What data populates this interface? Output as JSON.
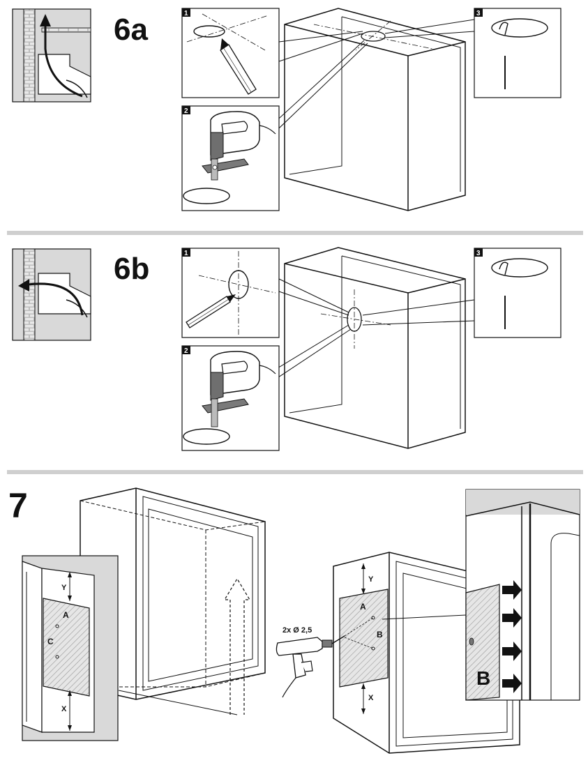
{
  "steps": {
    "step_6a": {
      "label": "6a",
      "badges": [
        "1",
        "2",
        "3"
      ]
    },
    "step_6b": {
      "label": "6b",
      "badges": [
        "1",
        "2",
        "3"
      ]
    },
    "step_7": {
      "label": "7",
      "left_inset": {
        "dim_top": "Y",
        "dim_bottom": "X",
        "point_a": "A",
        "point_c": "C"
      },
      "drill_spec": "2x Ø 2,5",
      "right_cabinet": {
        "dim_top": "Y",
        "dim_bottom": "X",
        "point_a": "A",
        "point_b": "B"
      },
      "right_inset": {
        "plate_label": "B"
      }
    }
  },
  "colors": {
    "separator": "#cfcfcf",
    "inset_background": "#d9d9d9",
    "line": "#111111"
  }
}
